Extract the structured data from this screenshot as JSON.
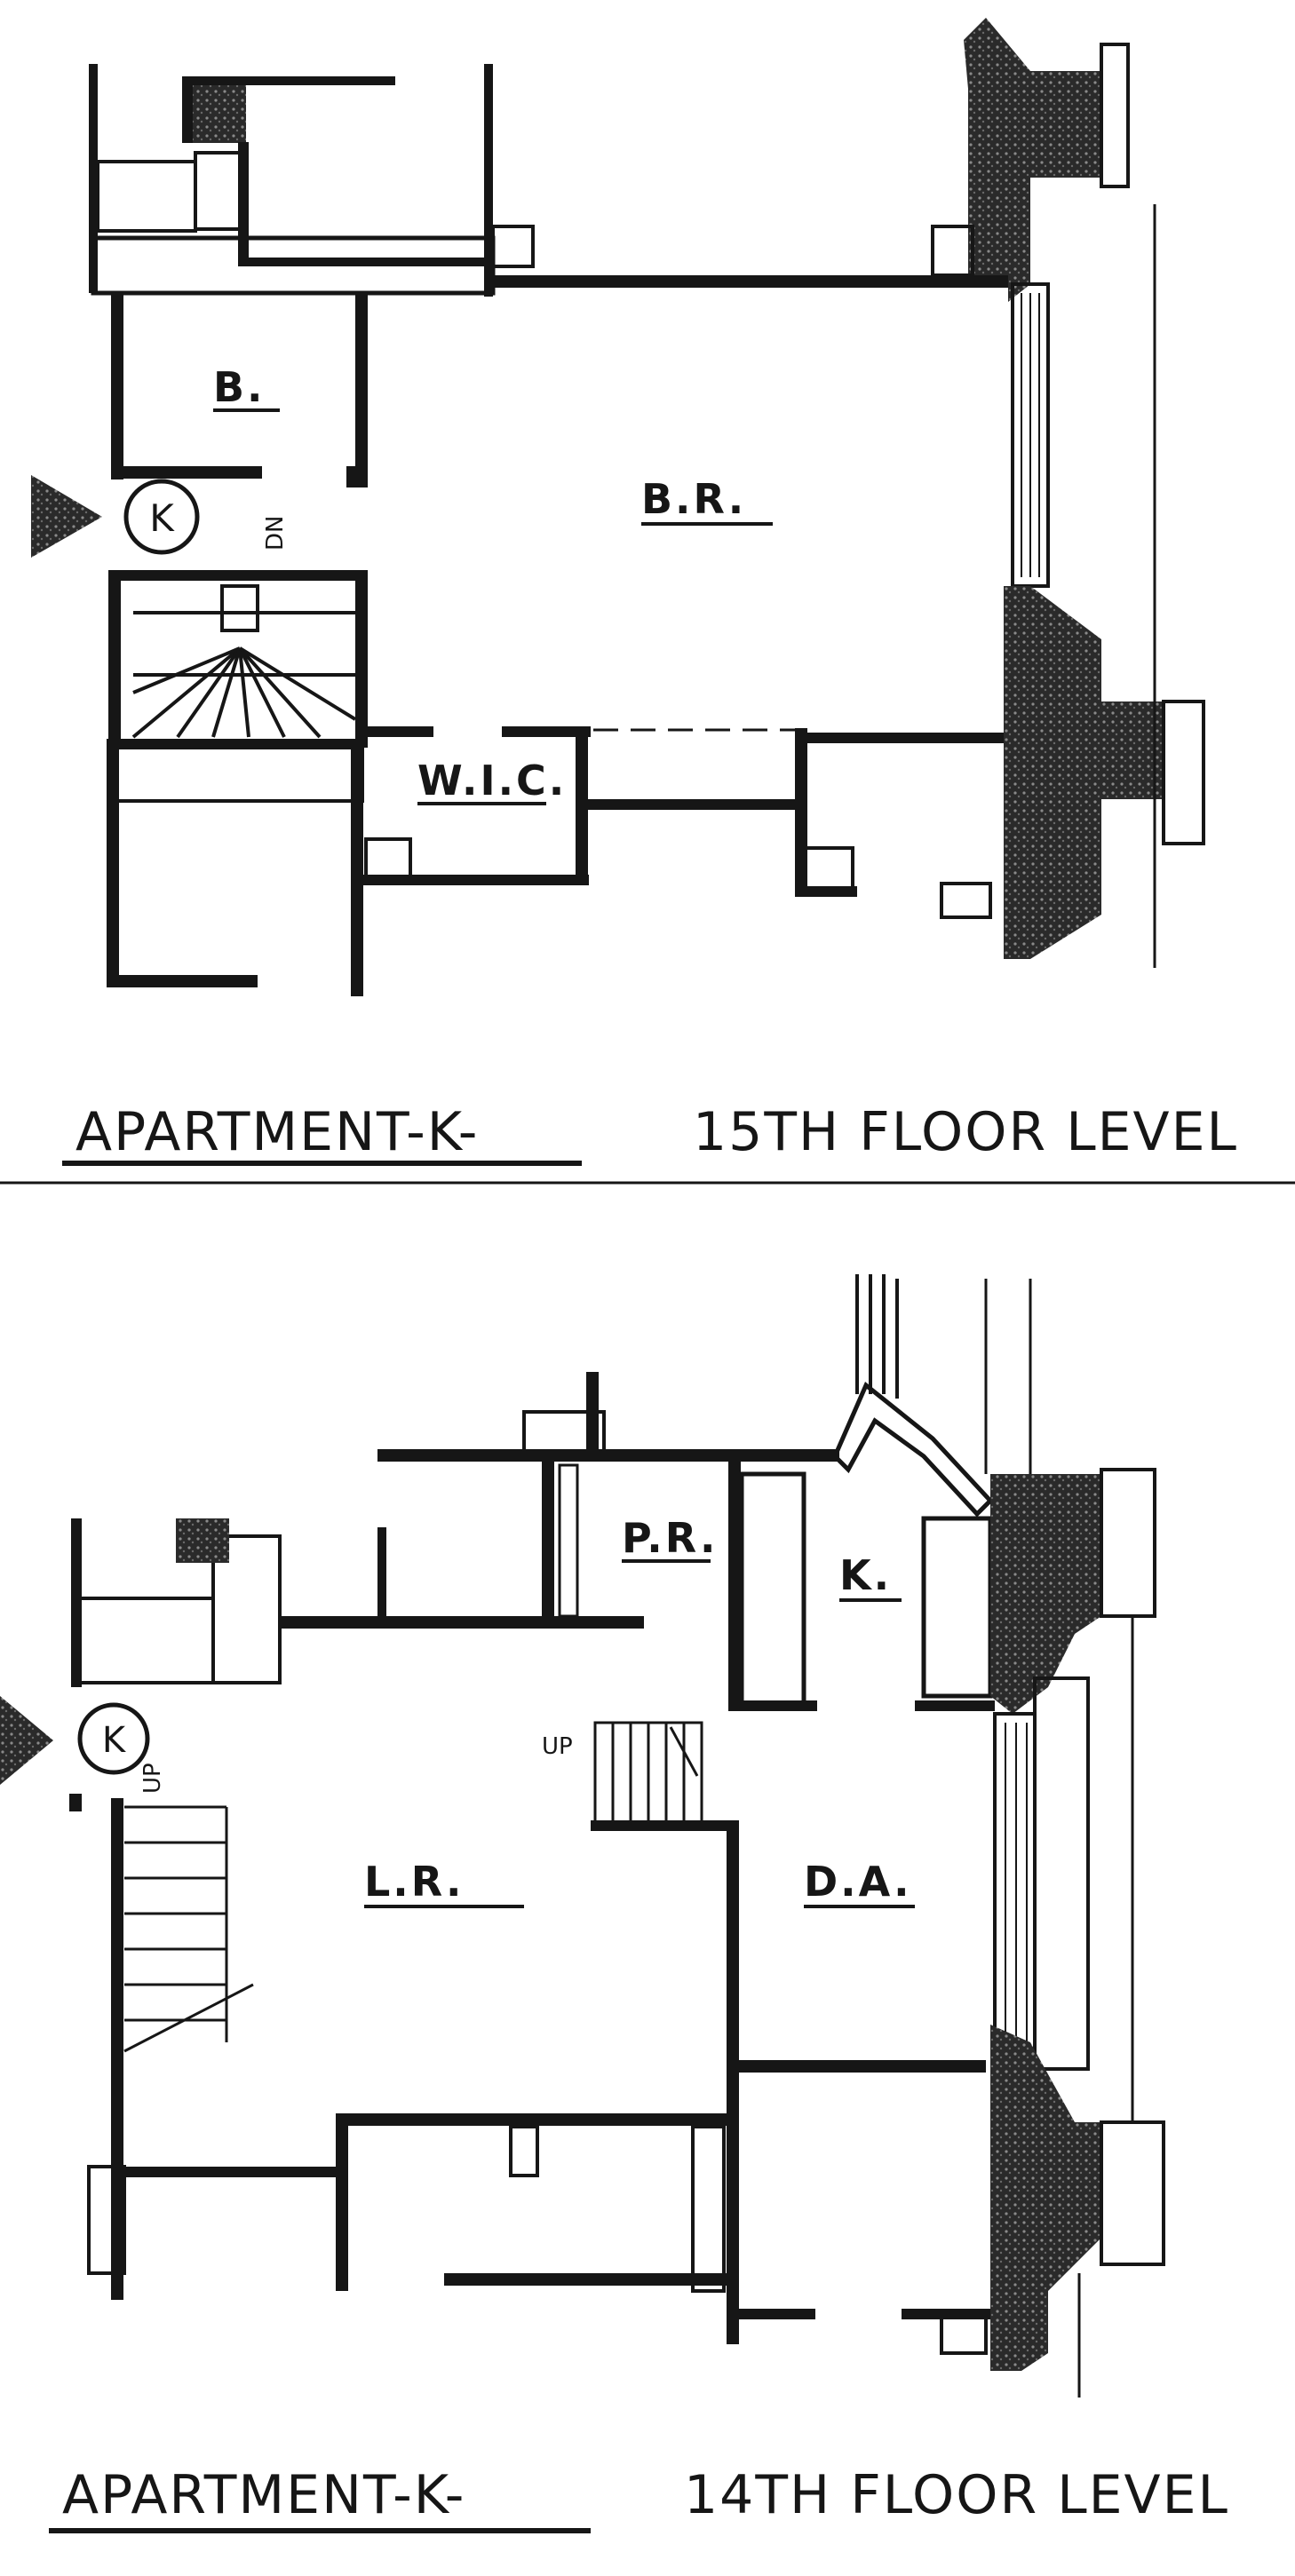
{
  "plan_15th": {
    "caption_apartment": "APARTMENT-K-",
    "caption_floor": "15TH FLOOR LEVEL",
    "unit_marker": "K",
    "rooms": {
      "bath": "B.",
      "bedroom": "B.R.",
      "closet": "W.I.C."
    },
    "stair_note": "DN"
  },
  "plan_14th": {
    "caption_apartment": "APARTMENT-K-",
    "caption_floor": "14TH FLOOR LEVEL",
    "unit_marker": "K",
    "rooms": {
      "powder_room": "P.R.",
      "kitchen": "K.",
      "living_room": "L.R.",
      "dining_area": "D.A."
    },
    "stair_up": "UP",
    "stair_note": "UP"
  },
  "colors": {
    "ink": "#161616",
    "paper": "#ffffff"
  }
}
